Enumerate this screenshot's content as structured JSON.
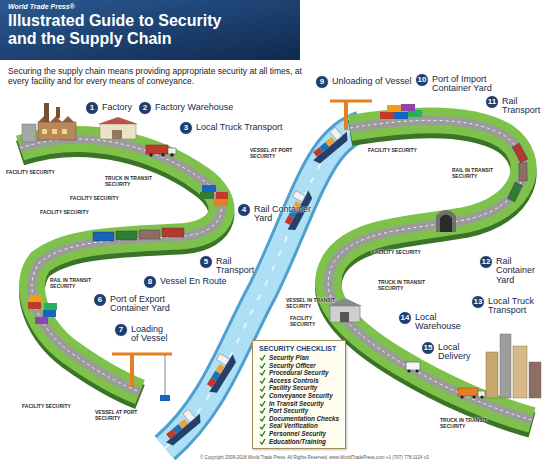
{
  "diagram": {
    "title": "Illustrated Guide to Security and the Supply Chain",
    "nodes": [
      {
        "text": [
          "1",
          "Factory"
        ]
      },
      {
        "text": [
          "2",
          "Factory Warehouse"
        ]
      },
      {
        "text": [
          "3",
          "Local Truck Transport"
        ]
      },
      {
        "text": [
          "4",
          "Rail Container Yard"
        ]
      },
      {
        "text": [
          "5",
          "Rail Transport"
        ]
      },
      {
        "text": [
          "6",
          "Port of Export Container Yard"
        ]
      },
      {
        "text": [
          "7",
          "Loading of Vessel"
        ]
      },
      {
        "text": [
          "8",
          "Vessel En Route"
        ]
      },
      {
        "text": [
          "9",
          "Unloading of Vessel"
        ]
      },
      {
        "text": [
          "10",
          "Port of Import Container Yard"
        ]
      },
      {
        "text": [
          "11",
          "Rail Transport"
        ]
      },
      {
        "text": [
          "12",
          "Rail Container Yard"
        ]
      },
      {
        "text": [
          "13",
          "Local Truck Transport"
        ]
      },
      {
        "text": [
          "14",
          "Local Warehouse"
        ]
      },
      {
        "text": [
          "15",
          "Local Delivery"
        ]
      },
      {
        "text": [
          "SECURITY CHECKLIST",
          "Security Plan",
          "Security Officer",
          "Procedural Security",
          "Access Controls",
          "Facility Security",
          "Conveyance Security",
          "In Transit Security",
          "Port Security",
          "Documentation Checks",
          "Seal Verification",
          "Personnel Security",
          "Education/Training"
        ]
      }
    ],
    "labels": [
      "World Trade Press®",
      "Securing the supply chain means providing appropriate security at all times, at every facility and for every means of conveyance.",
      "FACILITY SECURITY",
      "FACILITY SECURITY",
      "TRUCK IN TRANSIT SECURITY",
      "FACILITY SECURITY",
      "RAIL IN TRANSIT SECURITY",
      "VESSEL IN TRANSIT SECURITY",
      "FACILITY SECURITY",
      "VESSEL AT PORT SECURITY",
      "VESSEL AT PORT SECURITY",
      "FACILITY SECURITY",
      "RAIL IN TRANSIT SECURITY",
      "FACILITY SECURITY",
      "TRUCK IN TRANSIT SECURITY",
      "FACILITY SECURITY",
      "TRUCK IN TRANSIT SECURITY",
      "© Copyright 2009-2018 World Trade Press. All Rights Reserved. www.WorldTradePress.com +1 (707) 778-1124 x3"
    ]
  }
}
